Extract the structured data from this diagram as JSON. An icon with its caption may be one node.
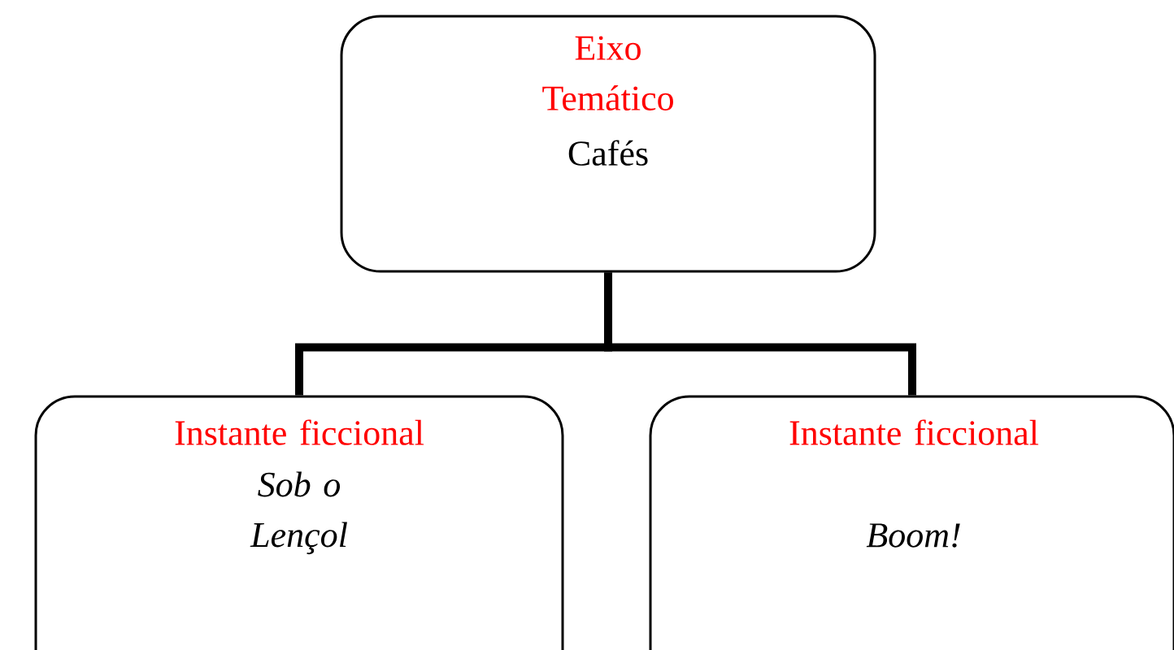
{
  "diagram": {
    "nodes": [
      {
        "text": [
          "Eixo Temático",
          "Cafés"
        ]
      },
      {
        "text": [
          "Instante ficcional",
          "Sob o Lençol"
        ]
      },
      {
        "text": [
          "Instante ficcional",
          "Boom!"
        ]
      }
    ],
    "edges": [
      {
        "from": 0,
        "to": 1,
        "arrow": "none"
      },
      {
        "from": 0,
        "to": 2,
        "arrow": "none"
      }
    ]
  }
}
